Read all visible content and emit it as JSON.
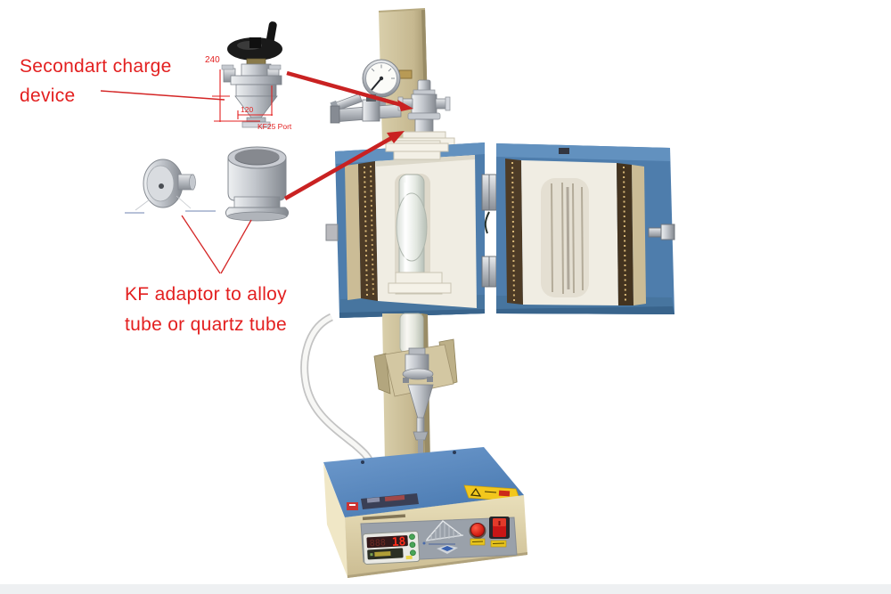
{
  "annotations": {
    "charge_device_label": {
      "line1": "Secondart charge",
      "line2": "device"
    },
    "kf_adaptor_label": {
      "line1": "KF adaptor to alloy",
      "line2": "tube or quartz tube"
    },
    "dim_height": "240",
    "dim_width": "120",
    "port_label": "KF25 Port",
    "annotation_red": "#e31f1f"
  },
  "controller": {
    "display_value": "18",
    "display_dim_segments": "888"
  },
  "colors": {
    "furnace_blue": "#4e7dac",
    "insulation_white": "#f0ede3",
    "panel_beige": "#cbbc96",
    "base_top_blue": "#5588c0",
    "warning_yellow": "#f2c71d"
  }
}
